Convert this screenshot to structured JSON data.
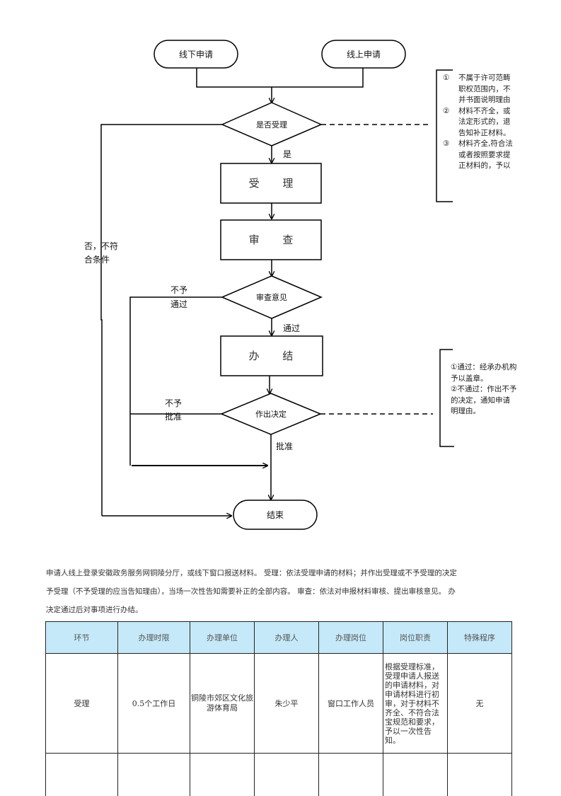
{
  "flowchart": {
    "start_nodes": {
      "offline": "线下申请",
      "online": "线上申请"
    },
    "decisions": {
      "accept_check": "是否受理",
      "review_opinion": "审查意见",
      "make_decision": "作出决定"
    },
    "steps": {
      "accept": "受 理",
      "review": "审 查",
      "complete": "办 结"
    },
    "end_node": "结束",
    "edge_labels": {
      "yes": "是",
      "no_line1": "否，不符",
      "no_line2": "合条件",
      "not_pass_line1": "不予",
      "not_pass_line2": "通过",
      "pass": "通过",
      "not_approve_line1": "不予",
      "not_approve_line2": "批准",
      "approve": "批准"
    },
    "note_accept": [
      {
        "num": "①",
        "lines": [
          "不属于许可范畴",
          "职权范围内，不",
          "并书面说明理由"
        ]
      },
      {
        "num": "②",
        "lines": [
          "材料不齐全，或",
          "法定形式的，退",
          "告知补正材料。"
        ]
      },
      {
        "num": "③",
        "lines": [
          "材料齐全,符合法",
          "或者按照要求提",
          "正材料的，予以"
        ]
      }
    ],
    "note_decision": [
      "①通过：经承办机构",
      "予以盖章。",
      "②不通过：作出不予",
      "的决定，通知申请",
      "明理由。"
    ]
  },
  "description": {
    "lines": [
      "申请人线上登录安徽政务服务网铜陵分厅，或线下窗口报送材料。 受理：依法受理申请的材料；并作出受理或不予受理的决定",
      "予受理（不予受理的应当告知理由），当场一次性告知需要补正的全部内容。 审查：依法对申报材料审核、提出审核意见。 办",
      "决定通过后对事项进行办结。"
    ]
  },
  "table": {
    "header_bg": "#c6e9f9",
    "headers": [
      "环节",
      "办理时限",
      "办理单位",
      "办理人",
      "办理岗位",
      "岗位职责",
      "特殊程序"
    ],
    "rows": [
      {
        "stage": "受理",
        "time_limit": "0.5个工作日",
        "unit": "铜陵市郊区文化旅游体育局",
        "handler": "朱少平",
        "position": "窗口工作人员",
        "duty": "根据受理标准，受理申请人报送的申请材料，对申请材料进行初审，对于材料不齐全、不符合法宝规范和要求，予以一次性告知。",
        "special": "无"
      }
    ]
  }
}
